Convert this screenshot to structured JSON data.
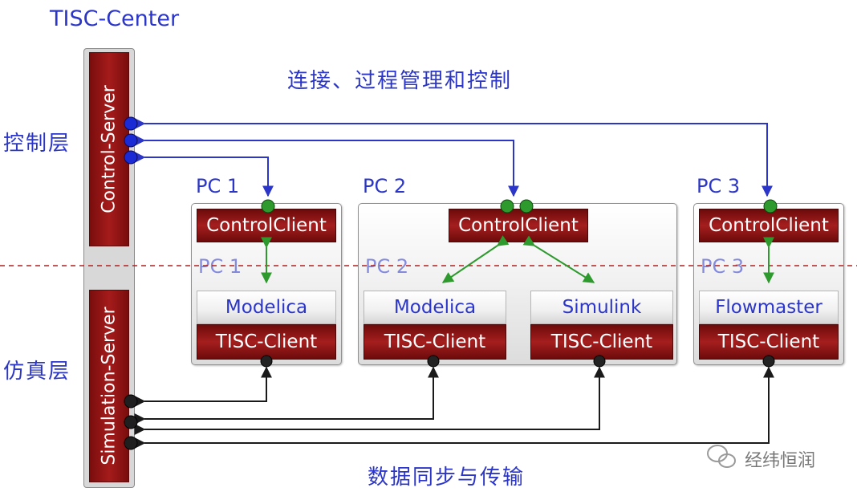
{
  "title": "TISC-Center",
  "top_caption": "连接、过程管理和控制",
  "bottom_caption": "数据同步与传输",
  "layer_control": "控制层",
  "layer_simulation": "仿真层",
  "servers": {
    "control": "Control-Server",
    "simulation": "Simulation-Server"
  },
  "pcs": [
    {
      "label": "PC 1",
      "ghost": "PC 1",
      "control": "ControlClient",
      "tools": [
        "Modelica"
      ],
      "client": "TISC-Client"
    },
    {
      "label": "PC 2",
      "ghost": "PC 2",
      "control": "ControlClient",
      "tools": [
        "Modelica",
        "Simulink"
      ],
      "client": "TISC-Client"
    },
    {
      "label": "PC 3",
      "ghost": "PC 3",
      "control": "ControlClient",
      "tools": [
        "Flowmaster"
      ],
      "client": "TISC-Client"
    }
  ],
  "watermark": "经纬恒润",
  "colors": {
    "blue": "#2b36c9",
    "dark_red": "#8b1212",
    "green": "#2e9a2e",
    "dashed_line": "#b02020"
  }
}
